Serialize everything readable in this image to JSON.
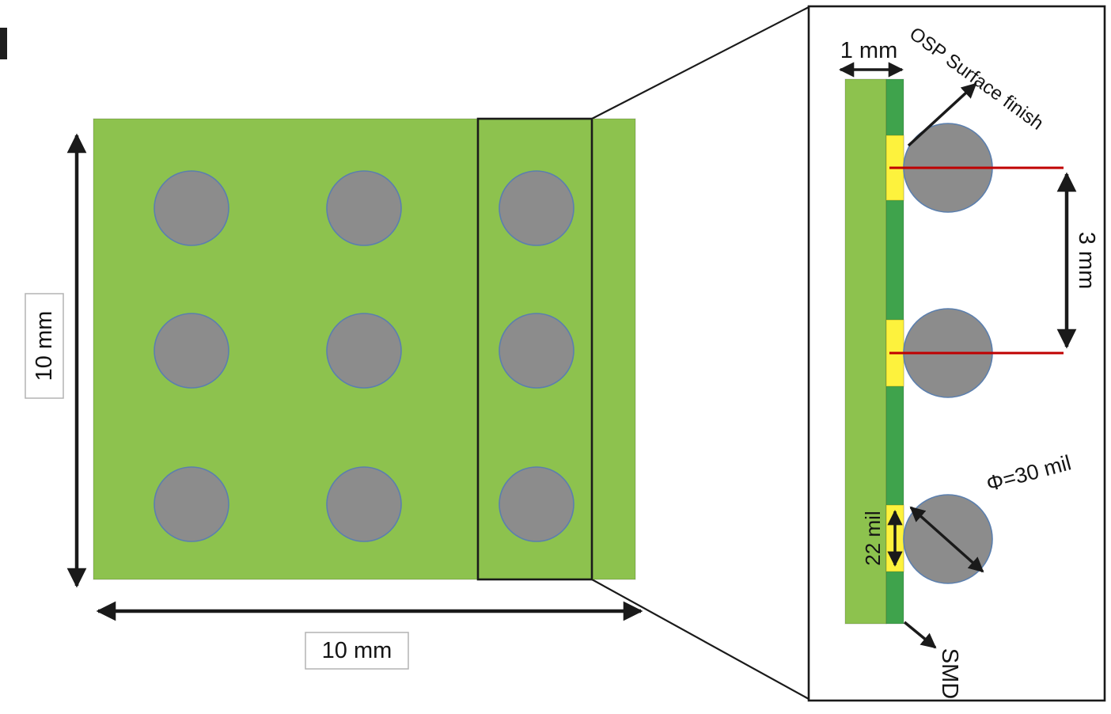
{
  "board_view": {
    "height_label": "10 mm",
    "width_label": "10 mm",
    "ball_rows": 3,
    "ball_cols": 3
  },
  "detail_view": {
    "substrate_width_label": "1 mm",
    "surface_finish_label": "OSP Surface finish",
    "pitch_label": "3 mm",
    "ball_diameter_label": "Φ=30 mil",
    "pad_height_label": "22 mil",
    "smd_label": "SMD"
  },
  "colors": {
    "board-green": "#8dc24e",
    "mask-green": "#3fa34c",
    "ball-gray": "#8c8c8c",
    "ball-outline": "#5b7fae",
    "pad-yellow": "#fdf23d",
    "dim-red": "#c00000",
    "ink-black": "#1a1a1a",
    "box-border": "#b3b3b3"
  }
}
